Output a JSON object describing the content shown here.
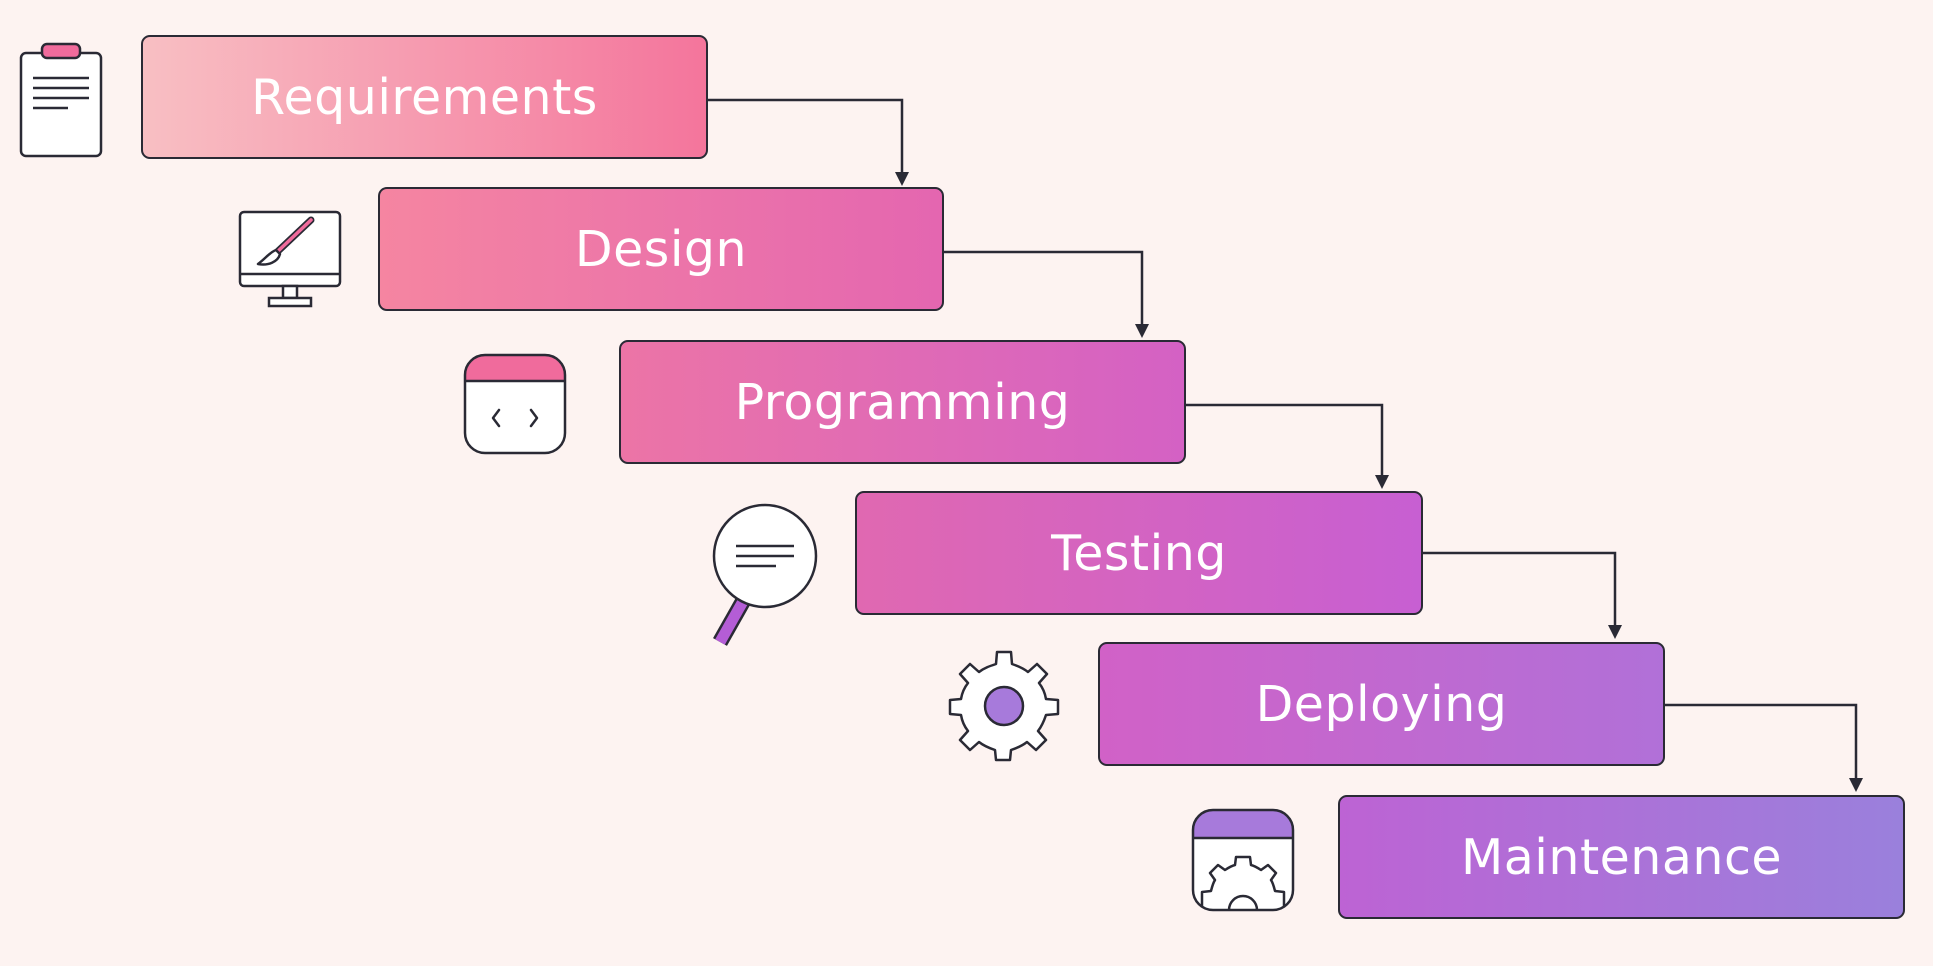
{
  "diagram": {
    "stages": [
      {
        "label": "Requirements",
        "icon": "clipboard-icon"
      },
      {
        "label": "Design",
        "icon": "monitor-brush-icon"
      },
      {
        "label": "Programming",
        "icon": "code-window-icon"
      },
      {
        "label": "Testing",
        "icon": "magnifier-icon"
      },
      {
        "label": "Deploying",
        "icon": "gear-icon"
      },
      {
        "label": "Maintenance",
        "icon": "window-gear-icon"
      }
    ]
  },
  "colors": {
    "background": "#fdf3f1",
    "outline": "#2a2a35",
    "accent_pink": "#f06b9c",
    "accent_purple": "#a77adb"
  }
}
